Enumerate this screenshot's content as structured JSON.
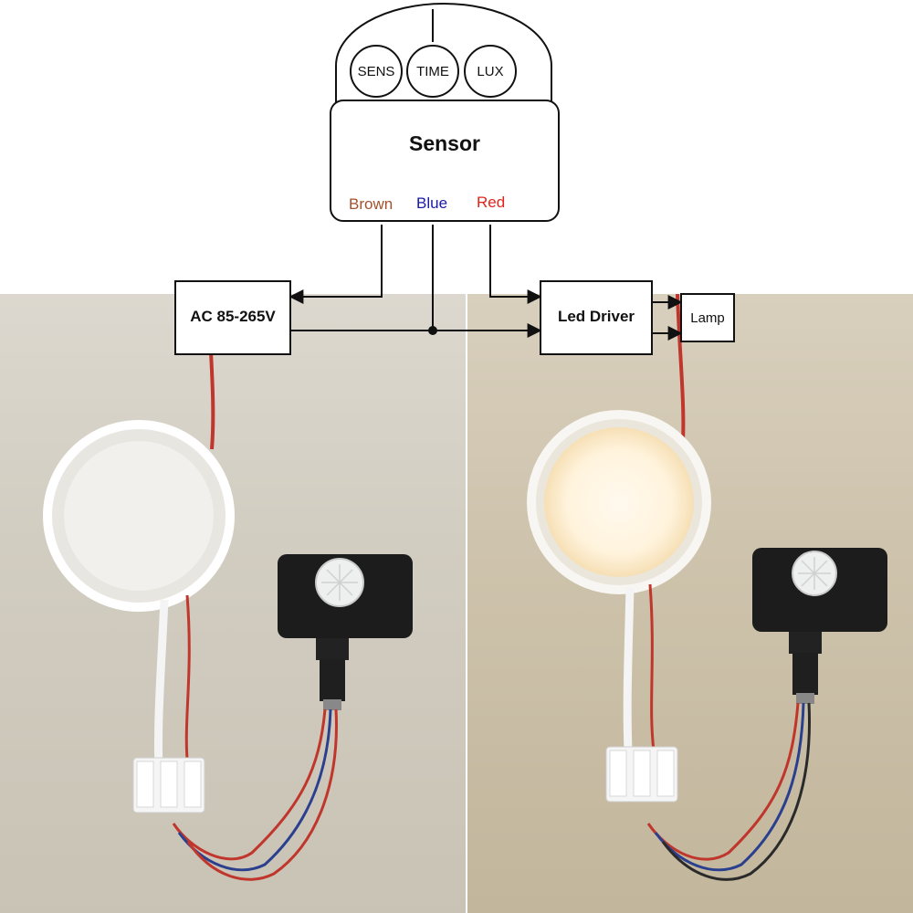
{
  "sensor": {
    "title": "Sensor",
    "buttons": [
      "SENS",
      "TIME",
      "LUX"
    ],
    "wires": [
      {
        "label": "Brown",
        "color": "#a0522d"
      },
      {
        "label": "Blue",
        "color": "#1a1aa6"
      },
      {
        "label": "Red",
        "color": "#e2231a"
      }
    ]
  },
  "power_box": {
    "label": "AC 85-265V"
  },
  "driver_box": {
    "label": "Led Driver"
  },
  "lamp_box": {
    "label": "Lamp"
  },
  "photos": [
    {
      "state": "off",
      "panel_color": "#f2f0ec"
    },
    {
      "state": "on",
      "panel_color": "#fff6e4"
    }
  ]
}
